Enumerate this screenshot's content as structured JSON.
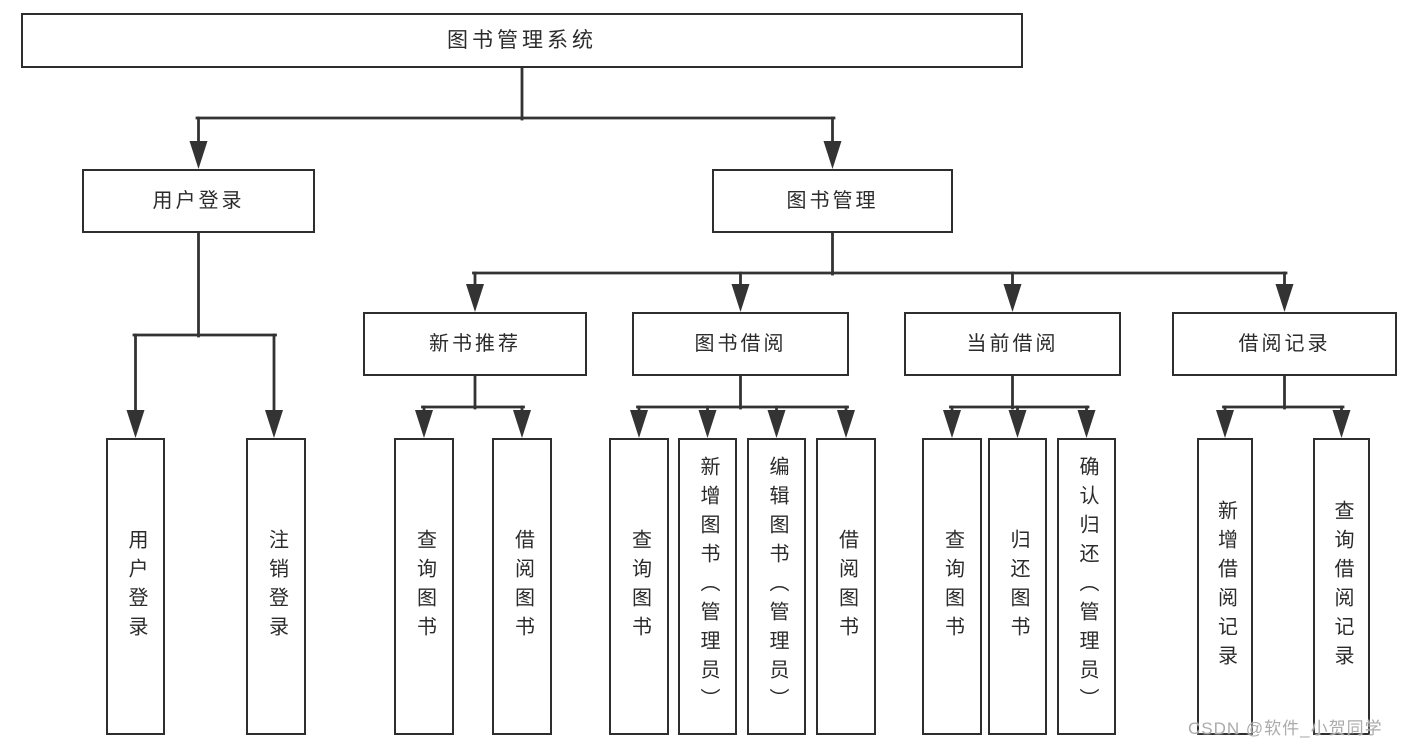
{
  "title": "图书管理系统",
  "level2": {
    "user_login": {
      "label": "用户登录",
      "parent": "图书管理系统"
    },
    "book_management": {
      "label": "图书管理",
      "parent": "图书管理系统"
    }
  },
  "level3": {
    "new_book_recommend": {
      "label": "新书推荐",
      "parent": "图书管理"
    },
    "book_borrow": {
      "label": "图书借阅",
      "parent": "图书管理"
    },
    "current_borrow": {
      "label": "当前借阅",
      "parent": "图书管理"
    },
    "borrow_records": {
      "label": "借阅记录",
      "parent": "图书管理"
    }
  },
  "leaves": {
    "user_login": {
      "label": "用户登录",
      "parent": "用户登录"
    },
    "logout": {
      "label": "注销登录",
      "parent": "用户登录"
    },
    "nb_query_books": {
      "label": "查询图书",
      "parent": "新书推荐"
    },
    "nb_borrow_books": {
      "label": "借阅图书",
      "parent": "新书推荐"
    },
    "bb_query_books": {
      "label": "查询图书",
      "parent": "图书借阅"
    },
    "bb_add_books_admin": {
      "label": "新增图书（管理员）",
      "parent": "图书借阅"
    },
    "bb_edit_books_admin": {
      "label": "编辑图书（管理员）",
      "parent": "图书借阅"
    },
    "bb_borrow_books": {
      "label": "借阅图书",
      "parent": "图书借阅"
    },
    "cb_query_books": {
      "label": "查询图书",
      "parent": "当前借阅"
    },
    "cb_return_books": {
      "label": "归还图书",
      "parent": "当前借阅"
    },
    "cb_confirm_return_admin": {
      "label": "确认归还（管理员）",
      "parent": "当前借阅"
    },
    "br_add_record": {
      "label": "新增借阅记录",
      "parent": "借阅记录"
    },
    "br_query_record": {
      "label": "查询借阅记录",
      "parent": "借阅记录"
    }
  },
  "watermark": "CSDN @软件_小贺同学",
  "colors": {
    "line": "#333333",
    "box_border": "#2e2e2e",
    "text": "#2b2b2b",
    "background": "#ffffff",
    "watermark": "#ababab"
  }
}
